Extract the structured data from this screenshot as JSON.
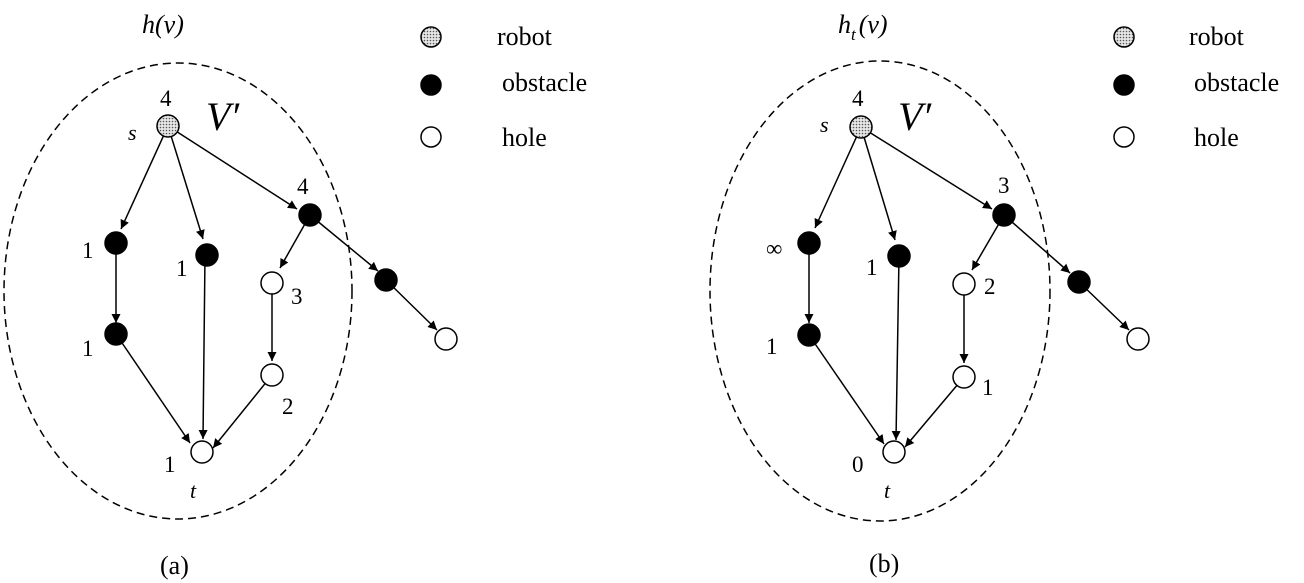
{
  "legend_labels": {
    "robot": "robot",
    "obstacle": "obstacle",
    "hole": "hole"
  },
  "colors": {
    "robot_fill": "#c8c8c8",
    "obstacle_fill": "#000000",
    "hole_fill": "#ffffff",
    "stroke": "#000000"
  },
  "panels": [
    {
      "id": "a",
      "caption": "(a)",
      "title_main": "h",
      "title_sub": "",
      "title_rest": "(v)",
      "region_label": "V′",
      "source_label": "s",
      "target_label": "t",
      "values": {
        "s": "4",
        "n1": "1",
        "n2": "1",
        "n3": "1",
        "n4": "4",
        "h1": "3",
        "h2": "2",
        "t": "1"
      }
    },
    {
      "id": "b",
      "caption": "(b)",
      "title_main": "h",
      "title_sub": "t",
      "title_rest": "(v)",
      "region_label": "V′",
      "source_label": "s",
      "target_label": "t",
      "values": {
        "s": "4",
        "n1": "∞",
        "n2": "1",
        "n3": "1",
        "n4": "3",
        "h1": "2",
        "h2": "1",
        "t": "0"
      }
    }
  ]
}
